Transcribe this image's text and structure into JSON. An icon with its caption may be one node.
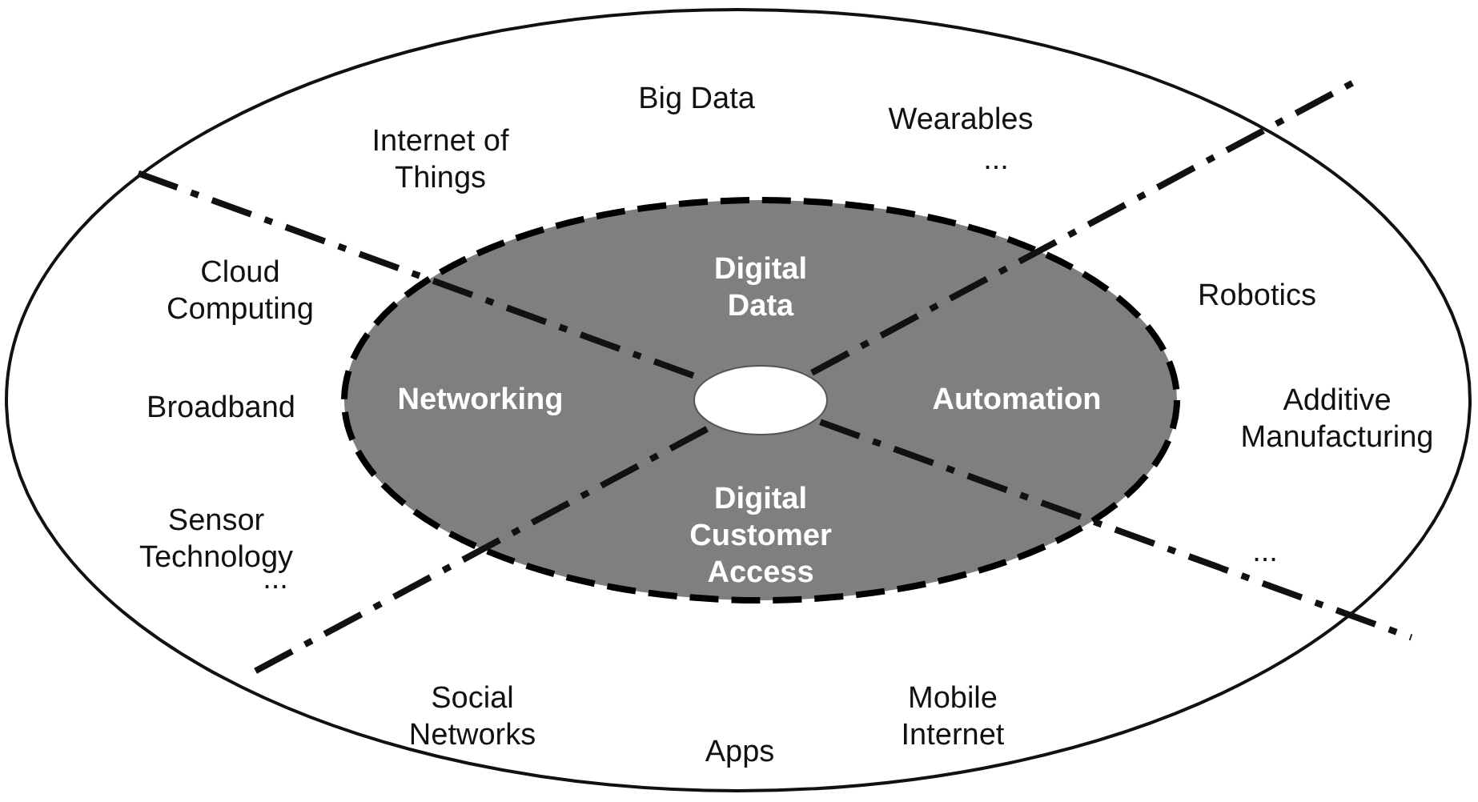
{
  "diagram": {
    "nodes": [
      {
        "text": [
          "Internet of Things",
          "Big Data",
          "Wearables",
          "...",
          "Cloud Computing",
          "Robotics",
          "Broadband",
          "Additive Manufacturing",
          "Sensor Technology",
          "...",
          "...",
          "Social Networks",
          "Apps",
          "Mobile Internet"
        ]
      },
      {
        "text": [
          "Digital Data",
          "Networking",
          "Automation",
          "Digital Customer Access"
        ],
        "in": 0
      },
      {
        "text": [],
        "shape": "circle",
        "in": 1
      }
    ],
    "edges": []
  }
}
